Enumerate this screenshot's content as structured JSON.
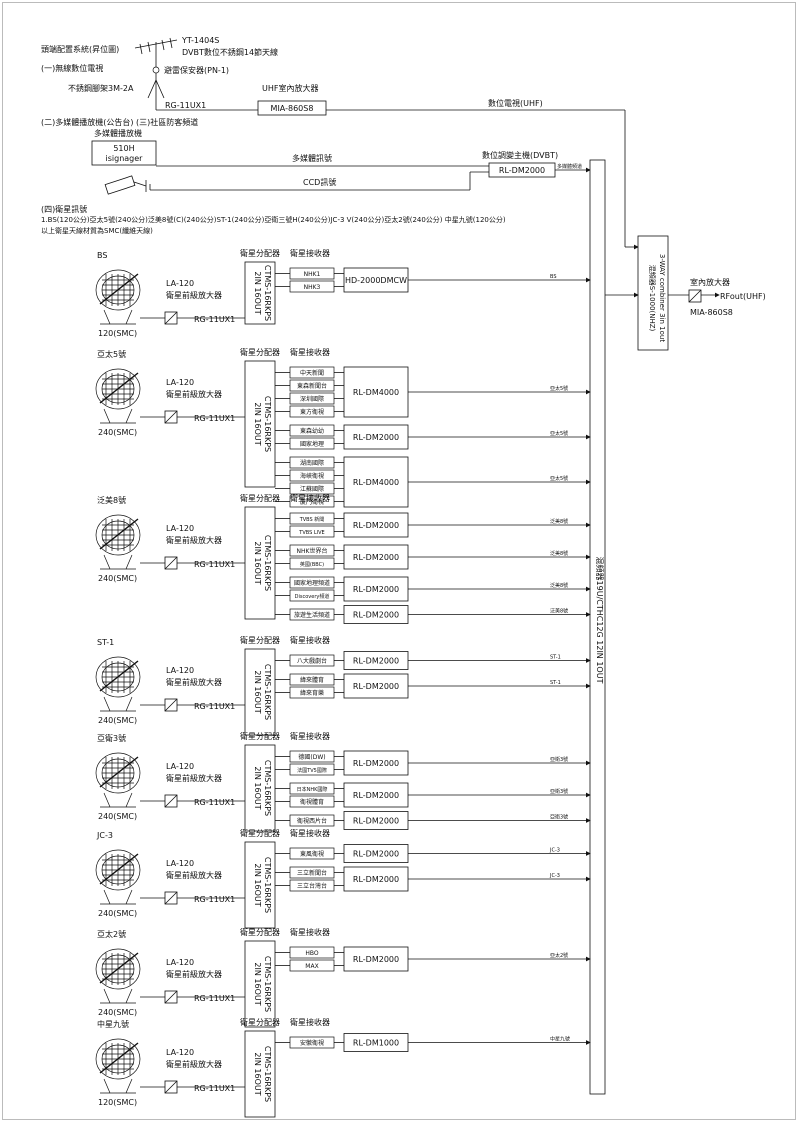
{
  "header": {
    "title": "頭端配置系統(昇位圖)",
    "sec1": "(一)無線數位電視",
    "antenna_model": "YT-1404S",
    "antenna_desc": "DVBT數位不銹鋼14節天線",
    "lightning": "避雷保安器(PN-1)",
    "mast": "不銹鋼腳架3M-2A",
    "cable": "RG-11UX1",
    "uhf_amp_label": "UHF室內放大器",
    "uhf_amp_model": "MIA-860S8",
    "digital_tv": "數位電視(UHF)",
    "sec2": "(二)多媒體播放機(公告台) (三)社區防客頻道",
    "player_label": "多媒體播放機",
    "player_model_1": "510H",
    "player_model_2": "isignager",
    "mm_signal": "多媒體訊號",
    "ccd_signal": "CCD訊號",
    "dvbt_label": "數位調變主機(DVBT)",
    "dvbt_model": "RL-DM2000",
    "dvbt_out": "多媒體頻道",
    "sec4": "(四)衛星訊號",
    "sat_list": "1.BS(120公分)亞太5號(240公分)泛美8號(C)(240公分)ST-1(240公分)亞衛三號H(240公分)JC-3 V(240公分)亞太2號(240公分) 中星九號(120公分)",
    "sat_note": "以上衛星天線材質為SMC(纖維天線)"
  },
  "combiner": {
    "label1": "混頻器S-1000(NHZ)",
    "label2": "3-WAY combiner 3in 1out"
  },
  "out_amp": {
    "label": "室內放大器",
    "model": "MIA-860S8",
    "rfout": "RFout(UHF)"
  },
  "main_mixer": "混頻器19U/CTHC12G 12IN 1OUT",
  "common": {
    "lna": "LA-120",
    "lna_desc": "衛星前級放大器",
    "cable": "RG-11UX1",
    "splitter_label": "衛星分配器",
    "splitter_model_1": "2IN 16OUT",
    "splitter_model_2": "CTMS-16RKPS",
    "receiver_label": "衛星接收器"
  },
  "blocks": [
    {
      "name": "BS",
      "size": "120(SMC)",
      "groups": [
        {
          "channels": [
            "NHK1",
            "NHK3"
          ],
          "mod": "HD-2000DMCW",
          "out": "BS"
        }
      ]
    },
    {
      "name": "亞太5號",
      "size": "240(SMC)",
      "groups": [
        {
          "channels": [
            "中天新聞",
            "東森新聞台",
            "深圳國際",
            "東方衛視"
          ],
          "mod": "RL-DM4000",
          "out": "亞太5號"
        },
        {
          "channels": [
            "東森幼幼",
            "國家地理"
          ],
          "mod": "RL-DM2000",
          "out": "亞太5號"
        },
        {
          "channels": [
            "湖南國際",
            "海峽衛視",
            "江蘇國際",
            "廈門衛視"
          ],
          "mod": "RL-DM4000",
          "out": "亞太5號"
        }
      ]
    },
    {
      "name": "泛美8號",
      "size": "240(SMC)",
      "groups": [
        {
          "channels": [
            "TVBS 新聞",
            "TVBS LIVE"
          ],
          "mod": "RL-DM2000",
          "out": "泛美8號"
        },
        {
          "channels": [
            "NHK世界台",
            "英國(BBC)"
          ],
          "mod": "RL-DM2000",
          "out": "泛美8號"
        },
        {
          "channels": [
            "國家地理頻道",
            "Discovery頻道"
          ],
          "mod": "RL-DM2000",
          "out": "泛美8號"
        },
        {
          "channels": [
            "旅遊生活頻道"
          ],
          "mod": "RL-DM2000",
          "out": "泛美8號"
        }
      ]
    },
    {
      "name": "ST-1",
      "size": "240(SMC)",
      "groups": [
        {
          "channels": [
            "八大戲劇台"
          ],
          "mod": "RL-DM2000",
          "out": "ST-1"
        },
        {
          "channels": [
            "緯來體育",
            "緯來育樂"
          ],
          "mod": "RL-DM2000",
          "out": "ST-1"
        }
      ]
    },
    {
      "name": "亞衛3號",
      "size": "240(SMC)",
      "groups": [
        {
          "channels": [
            "德國(DW)",
            "法國TV5國際"
          ],
          "mod": "RL-DM2000",
          "out": "亞衛3號"
        },
        {
          "channels": [
            "日本NHK國際",
            "衛視體育"
          ],
          "mod": "RL-DM2000",
          "out": "亞衛3號"
        },
        {
          "channels": [
            "衛視西片台"
          ],
          "mod": "RL-DM2000",
          "out": "亞衛3號"
        }
      ]
    },
    {
      "name": "JC-3",
      "size": "240(SMC)",
      "groups": [
        {
          "channels": [
            "東風衛視"
          ],
          "mod": "RL-DM2000",
          "out": "JC-3"
        },
        {
          "channels": [
            "三立新聞台",
            "三立台灣台"
          ],
          "mod": "RL-DM2000",
          "out": "JC-3"
        }
      ]
    },
    {
      "name": "亞太2號",
      "size": "240(SMC)",
      "groups": [
        {
          "channels": [
            "HBO",
            "MAX"
          ],
          "mod": "RL-DM2000",
          "out": "亞太2號"
        }
      ]
    },
    {
      "name": "中星九號",
      "size": "120(SMC)",
      "groups": [
        {
          "channels": [
            "安徽衛視"
          ],
          "mod": "RL-DM1000",
          "out": "中星九號"
        }
      ]
    }
  ]
}
